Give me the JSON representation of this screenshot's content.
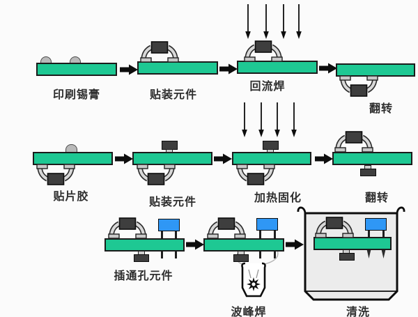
{
  "diagram": {
    "colors": {
      "bg": "#fbfbfb",
      "board": "#1ec893",
      "chip_dark": "#3e3e3e",
      "chip_blue": "#2f97f5",
      "pad_gray": "#c9c9c9",
      "paste_gray": "#b9b9b9",
      "arrow_black": "#0d0d0d",
      "tank_fill": "#ececec",
      "label_color": "#2e2e2e"
    },
    "rows": [
      {
        "name": "smt-top-side-line",
        "steps": [
          {
            "label": "印刷锡膏"
          },
          {
            "label": "贴装元件"
          },
          {
            "label": "回流焊"
          },
          {
            "label": "翻转"
          }
        ]
      },
      {
        "name": "smt-bottom-side-line",
        "steps": [
          {
            "label": "贴片胶"
          },
          {
            "label": "贴装元件"
          },
          {
            "label": "加热固化"
          },
          {
            "label": "翻转"
          }
        ]
      },
      {
        "name": "through-hole-line",
        "steps": [
          {
            "label": "插通孔元件"
          },
          {
            "label": "波峰焊"
          },
          {
            "label": "清洗"
          }
        ]
      }
    ]
  }
}
